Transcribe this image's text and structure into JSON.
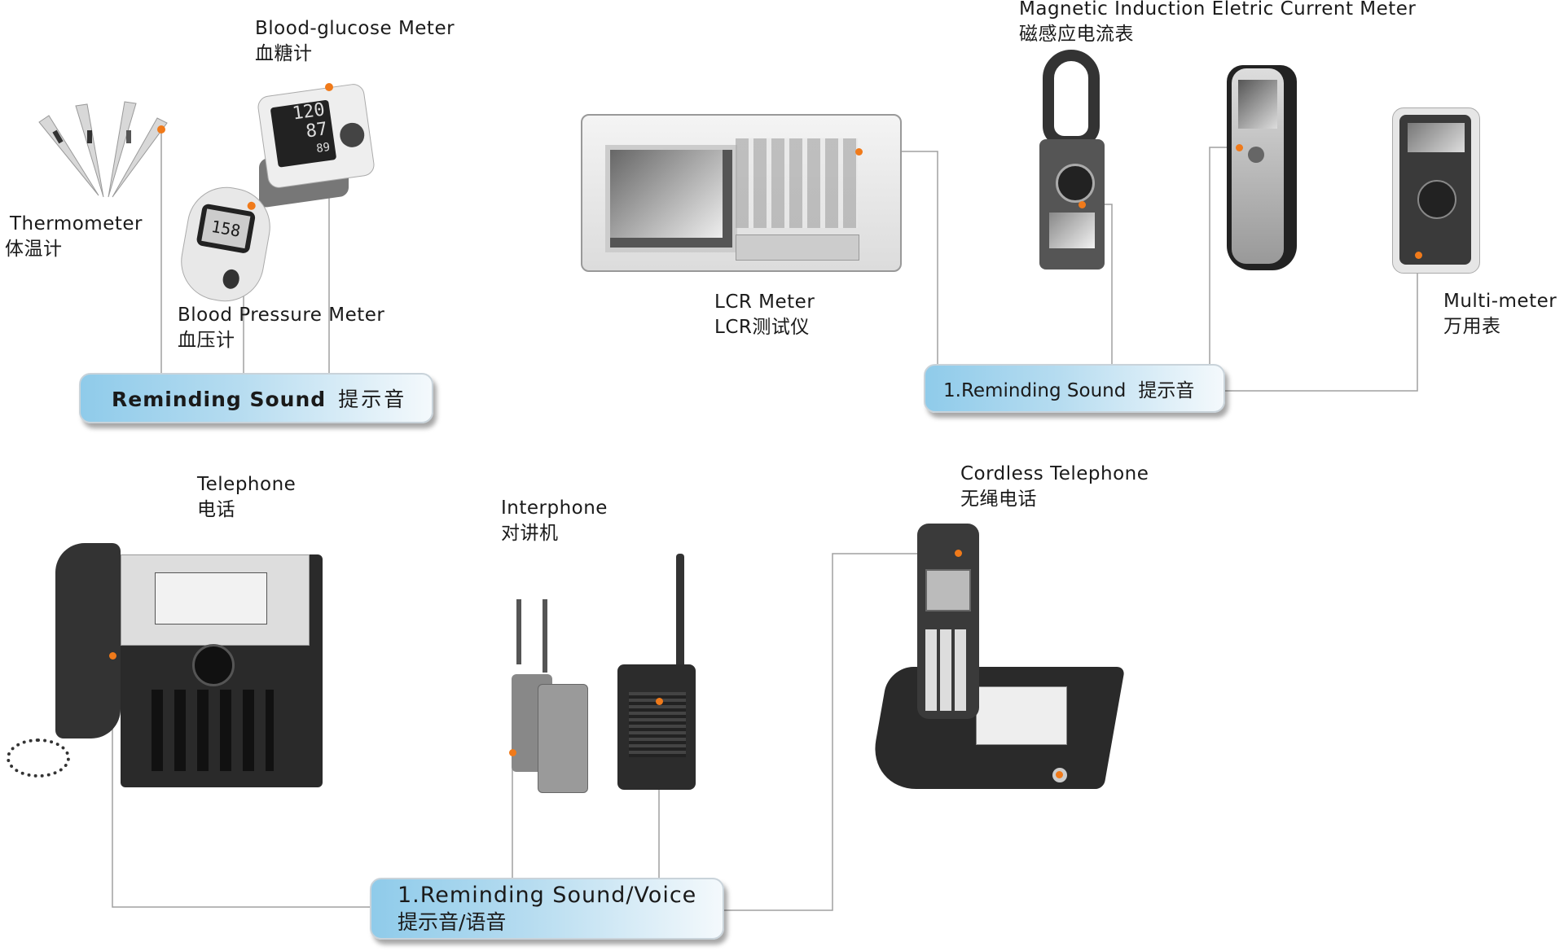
{
  "groups": [
    {
      "box": {
        "text": "Reminding Sound",
        "cn": "提示音"
      },
      "devices": [
        {
          "en": "Thermometer",
          "cn": "体温计"
        },
        {
          "en": "Blood-glucose Meter",
          "cn": "血糖计"
        },
        {
          "en": "Blood Pressure Meter",
          "cn": "血压计"
        }
      ]
    },
    {
      "box": {
        "text": "1.Reminding Sound",
        "cn": "提示音"
      },
      "devices": [
        {
          "en": "LCR Meter",
          "cn": "LCR测试仪"
        },
        {
          "en": "Magnetic Induction Eletric Current Meter",
          "cn": "磁感应电流表"
        },
        {
          "en": "Multi-meter",
          "cn": "万用表"
        }
      ]
    },
    {
      "box": {
        "text": "1.Reminding Sound/Voice",
        "cn": "提示音/语音"
      },
      "devices": [
        {
          "en": "Telephone",
          "cn": "电话"
        },
        {
          "en": "Interphone",
          "cn": "对讲机"
        },
        {
          "en": "Cordless Telephone",
          "cn": "无绳电话"
        }
      ]
    }
  ],
  "device_screens": {
    "bp_top": "120",
    "bp_mid": "87",
    "bp_low": "89",
    "glucose": "158"
  },
  "colors": {
    "dot": "#f07a1a",
    "line": "#9a9a9a",
    "box_start": "#8fcbea",
    "box_end": "#f4f9fc"
  }
}
